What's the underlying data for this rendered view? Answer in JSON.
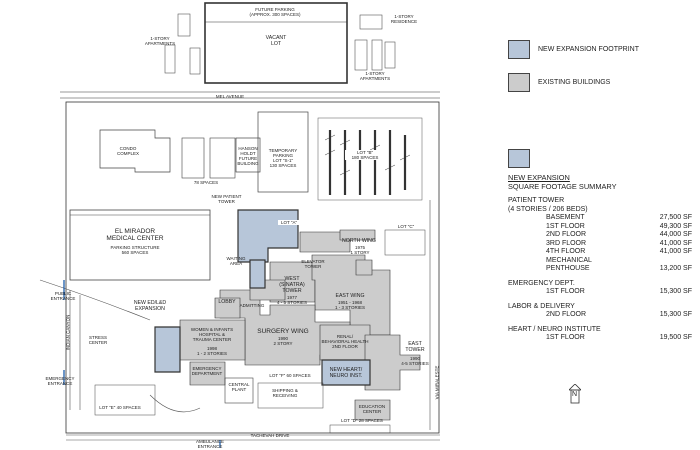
{
  "colors": {
    "expansion": "#b7c6d9",
    "existing": "#cccccc",
    "outline": "#333333"
  },
  "legend": {
    "new_expansion_footprint": "NEW EXPANSION FOOTPRINT",
    "existing_buildings": "EXISTING BUILDINGS"
  },
  "summary": {
    "title_line1": "NEW EXPANSION",
    "title_line2": "SQUARE FOOTAGE SUMMARY",
    "patient_tower": {
      "title": "PATIENT TOWER",
      "subtitle": "(4 STORIES / 206 BEDS)",
      "rows": [
        {
          "label": "BASEMENT",
          "value": "27,500 SF"
        },
        {
          "label": "1ST FLOOR",
          "value": "49,300 SF"
        },
        {
          "label": "2ND FLOOR",
          "value": "44,000 SF"
        },
        {
          "label": "3RD FLOOR",
          "value": "41,000 SF"
        },
        {
          "label": "4TH FLOOR",
          "value": "41,000 SF"
        },
        {
          "label": "MECHANICAL\nPENTHOUSE",
          "value": "13,200 SF"
        }
      ]
    },
    "emergency": {
      "title": "EMERGENCY DEPT.",
      "label": "1ST FLOOR",
      "value": "15,300 SF"
    },
    "labor": {
      "title": "LABOR & DELIVERY",
      "label": "2ND FLOOR",
      "value": "15,300 SF"
    },
    "heart": {
      "title": "HEART / NEURO INSTITUTE",
      "label": "1ST FLOOR",
      "value": "19,500 SF"
    }
  },
  "map": {
    "future_parking": "FUTURE PARKING\n(APPROX. 300 SPACES)",
    "vacant_lot": "VACANT\nLOT",
    "one_story_apartments_left": "1-STORY\nAPARTMENTS",
    "one_story_residence": "1-STORY\nRESIDENCE",
    "one_story_apartments_right": "1-STORY\nAPARTMENTS",
    "mel_avenue": "MEL AVENUE",
    "condo_complex": "CONDO\nCOMPLEX",
    "spaces_78": "78 SPACES",
    "hanson_building": "HANSON\nHOLDT\nFUTURE\nBUILDING",
    "temp_parking": "TEMPORARY\nPARKING\nLOT \"S-1\"\n130 SPACES",
    "lot_b": "LOT \"B\"\n180 SPACES",
    "new_patient_tower": "NEW PATIENT\nTOWER",
    "el_mirador": "EL MIRADOR\nMEDICAL CENTER",
    "parking_structure": "PARKING STRUCTURE\n560 SPACES",
    "lot_a": "LOT \"A\"",
    "lot_c": "LOT \"C\"",
    "north_wing": "NORTH WING",
    "north_wing_info": "1975\n1 STORY",
    "elevator_tower": "ELEVATOR\nTOWER",
    "waiting_area": "WAITING\nAREA",
    "west_tower": "WEST\n(SINATRA)\nTOWER",
    "west_tower_info": "1977\n4 - 5 STORIES",
    "east_wing": "EAST WING",
    "east_wing_info": "1951 - 1968\n1 - 3 STORIES",
    "lobby": "LOBBY",
    "admitting": "ADMITTING",
    "public_entrance": "PUBLIC\nENTRANCE",
    "new_ed_ld": "NEW ED/L&D\nEXPANSION",
    "women_infants": "WOMEN & INFANTS\nHOSPITAL &\nTRAUMA CENTER",
    "women_infants_info": "1998\n1 - 2 STORIES",
    "surgery_wing": "SURGERY WING",
    "surgery_wing_info": "1990\n2 STORY",
    "renal": "RENAL/\nBEHAVIORAL HEALTH\n2ND FLOOR",
    "east_tower": "EAST\nTOWER",
    "east_tower_info": "1990\n4-5 STORIES",
    "stress_center": "STRESS\nCENTER",
    "emergency_department": "EMERGENCY\nDEPARTMENT",
    "new_heart": "NEW HEART/\nNEURO INST.",
    "lot_f": "LOT \"F\" 60 SPACES",
    "central_plant": "CENTRAL\nPLANT",
    "shipping": "SHIPPING &\nRECEIVING",
    "education_center": "EDUCATION\nCENTER",
    "lot_d": "LOT \"D\" 28 SPACES",
    "lot_e": "LOT \"E\" 40 SPACES",
    "emergency_entrance": "EMERGENCY\nENTRANCE",
    "indian_canyon": "INDIAN CANYON",
    "via_miraleste": "VIA MIRALESTE",
    "tachevah_drive": "TACHEVAH DRIVE",
    "ambulance_entrance": "AMBULANCE\nENTRANCE",
    "north_arrow": "N"
  }
}
